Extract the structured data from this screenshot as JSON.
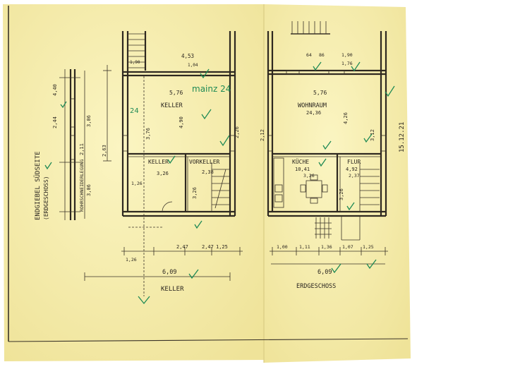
{
  "colors": {
    "paper": "#f6efb0",
    "paper_edge": "#efe49a",
    "ink": "#2e2820",
    "green_ink": "#1f8a55"
  },
  "side_elevation": {
    "title": "ENDGIEBEL SÜDSEITE",
    "subtitle": "(ERDGESCHOSS)",
    "vertical_label": "ROHRSCHNEIDERLEGUNG",
    "dims": [
      "2,44",
      "4,40",
      "3,06",
      "2,63",
      "3,06",
      "2,11"
    ]
  },
  "basement": {
    "plan_title": "KELLER",
    "width_total": "6,09",
    "rooms": [
      {
        "label": "KELLER",
        "area": "24",
        "dim_w": "5,76",
        "dim_h": "4,90"
      },
      {
        "label": "KELLER",
        "dim": "3,26"
      },
      {
        "label": "VORKELLER",
        "dim": "2,38"
      }
    ],
    "annotation_green": "mainz 24",
    "top_dims": [
      "4,53",
      "1,90",
      "1,04"
    ],
    "side_dims": [
      "3,76",
      "2,26",
      "3,26",
      "1,26"
    ],
    "bottom_dims": [
      "2,47",
      "2,47",
      "1,25",
      "1,26"
    ]
  },
  "ground": {
    "plan_title": "ERDGESCHOSS",
    "width_total": "6,09",
    "rooms": [
      {
        "label": "WOHNRAUM",
        "area": "24,36",
        "dim": "5,76"
      },
      {
        "label": "KÜCHE",
        "area": "10,41",
        "dim": "3,26"
      },
      {
        "label": "FLUR",
        "area": "4,92",
        "dim": "2,37"
      }
    ],
    "top_dims": [
      "64",
      "86",
      "1,90",
      "1,76"
    ],
    "side_dims": [
      "4,26",
      "3,26",
      "2,12",
      "3,12"
    ],
    "bottom_dims": [
      "1,00",
      "1,11",
      "1,36",
      "1,07",
      "1,25"
    ]
  },
  "margin_note": "15.12.21"
}
